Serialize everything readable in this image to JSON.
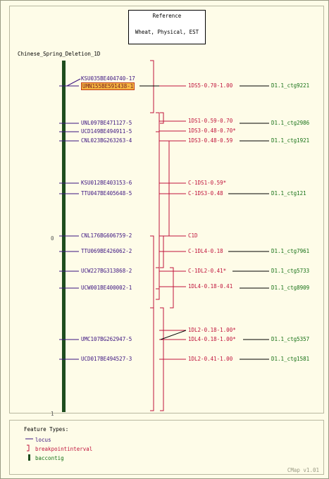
{
  "reference": {
    "line1": "Reference",
    "line2": "Wheat, Physical, EST"
  },
  "map_title": "Chinese_Spring_Deletion_1D",
  "axis": {
    "top_label": "0",
    "bottom_label": "1"
  },
  "loci": [
    {
      "name": "KSU035BE404740-17",
      "highlighted": false
    },
    {
      "name": "UMN155BE591438-1",
      "highlighted": true
    },
    {
      "name": "UNL097BE471127-5",
      "highlighted": false
    },
    {
      "name": "UCD149BE494911-5",
      "highlighted": false
    },
    {
      "name": "CNL023BG263263-4",
      "highlighted": false
    },
    {
      "name": "KSU012BE403153-6",
      "highlighted": false
    },
    {
      "name": "TTU047BE405648-5",
      "highlighted": false
    },
    {
      "name": "CNL176BG606759-2",
      "highlighted": false
    },
    {
      "name": "TTU069BE426062-2",
      "highlighted": false
    },
    {
      "name": "UCW227BG313868-2",
      "highlighted": false
    },
    {
      "name": "UCW001BE400002-1",
      "highlighted": false
    },
    {
      "name": "UMC107BG262947-5",
      "highlighted": false
    },
    {
      "name": "UCD017BE494527-3",
      "highlighted": false
    }
  ],
  "intervals": [
    "1DS5-0.70-1.00",
    "1DS1-0.59-0.70",
    "1DS3-0.48-0.70*",
    "1DS3-0.48-0.59",
    "C-1DS1-0.59*",
    "C-1DS3-0.48",
    "C1D",
    "C-1DL4-0.18",
    "C-1DL2-0.41*",
    "1DL4-0.18-0.41",
    "1DL2-0.18-1.00*",
    "1DL4-0.18-1.00*",
    "1DL2-0.41-1.00"
  ],
  "contigs": [
    "D1.1_ctg9221",
    "D1.1_ctg2986",
    "D1.1_ctg1921",
    "D1.1_ctg121",
    "D1.1_ctg7961",
    "D1.1_ctg5733",
    "D1.1_ctg8909",
    "D1.1_ctg5357",
    "D1.1_ctg1581"
  ],
  "legend": {
    "title": "Feature Types:",
    "items": [
      {
        "label": "locus",
        "color": "#3b1380"
      },
      {
        "label": "breakpointinterval",
        "color": "#c0143c"
      },
      {
        "label": "baccontig",
        "color": "#157015"
      }
    ]
  },
  "version": "CMap v1.01",
  "colors": {
    "map_bar": "#1e4d1e",
    "locus": "#3b1380",
    "interval": "#c0143c",
    "contig": "#157015",
    "highlight": "#f5b642"
  }
}
